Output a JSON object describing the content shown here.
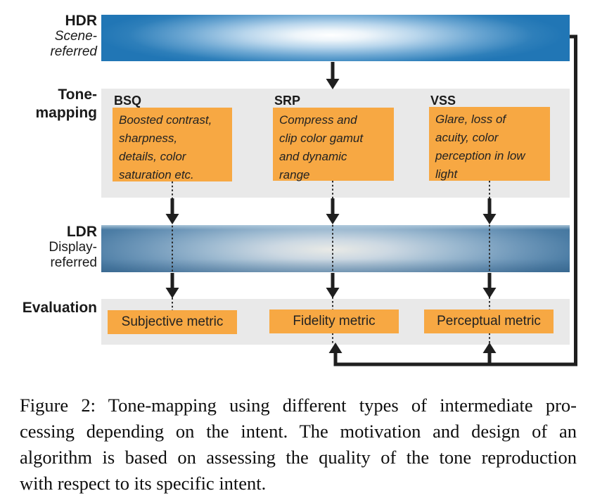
{
  "figure": {
    "rows": {
      "hdr": {
        "title": "HDR",
        "subtitle": "Scene-\nreferred"
      },
      "tone": {
        "title": "Tone-\nmapping"
      },
      "ldr": {
        "title": "LDR",
        "subtitle": "Display-\nreferred"
      },
      "eval": {
        "title": "Evaluation"
      }
    },
    "tone_boxes": [
      {
        "heading": "BSQ",
        "text": "Boosted contrast,\nsharpness,\ndetails, color\nsaturation etc."
      },
      {
        "heading": "SRP",
        "text": "Compress and\nclip color gamut\nand dynamic\nrange"
      },
      {
        "heading": "VSS",
        "text": "Glare, loss of\nacuity, color\nperception in low\nlight"
      }
    ],
    "metric_boxes": [
      {
        "label": "Subjective metric"
      },
      {
        "label": "Fidelity metric"
      },
      {
        "label": "Perceptual metric"
      }
    ],
    "colors": {
      "accent_orange": "#F7A843",
      "panel_gray": "#E9E9E9",
      "bar_blue": "#2176B5",
      "line_black": "#1F1F1F"
    }
  },
  "caption": {
    "lines": [
      "Figure 2: Tone-mapping using different types of intermediate pro-",
      "cessing depending on the intent. The motivation and design of an",
      "algorithm is based on assessing the quality of the tone reproduction",
      "with respect to its specific intent."
    ]
  }
}
